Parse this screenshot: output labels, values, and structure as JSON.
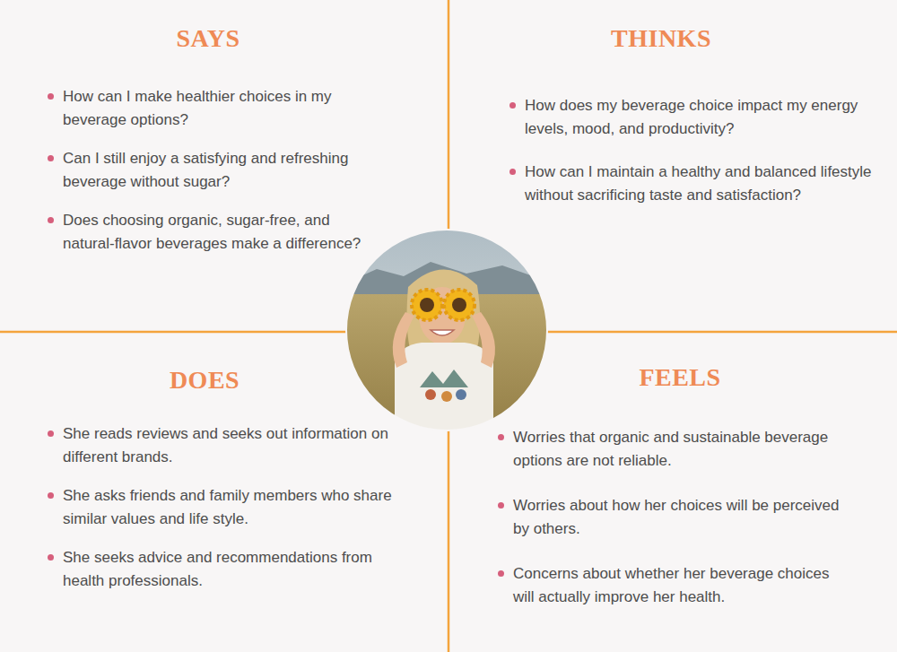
{
  "diagram": {
    "nodes": [
      {
        "text": [
          "SAYS",
          "How can I make healthier choices in my beverage options?",
          "Can I still enjoy a satisfying and refreshing beverage without sugar?",
          "Does choosing organic, sugar-free, and natural-flavor beverages make a difference?"
        ]
      },
      {
        "text": [
          "THINKS",
          "How does my beverage choice impact my energy levels, mood, and productivity?",
          "How can I maintain a healthy and balanced lifestyle without sacrificing taste and satisfaction?"
        ]
      },
      {
        "text": [
          "DOES",
          "She reads reviews and seeks out information on different brands.",
          "She asks friends and family members who share similar values and life style.",
          "She seeks advice and recommendations from health professionals."
        ]
      },
      {
        "text": [
          "FEELS",
          "Worries that organic and sustainable beverage options are not reliable.",
          "Worries about how her choices will be perceived by others.",
          "Concerns about whether her beverage choices will actually improve her health."
        ]
      }
    ]
  }
}
